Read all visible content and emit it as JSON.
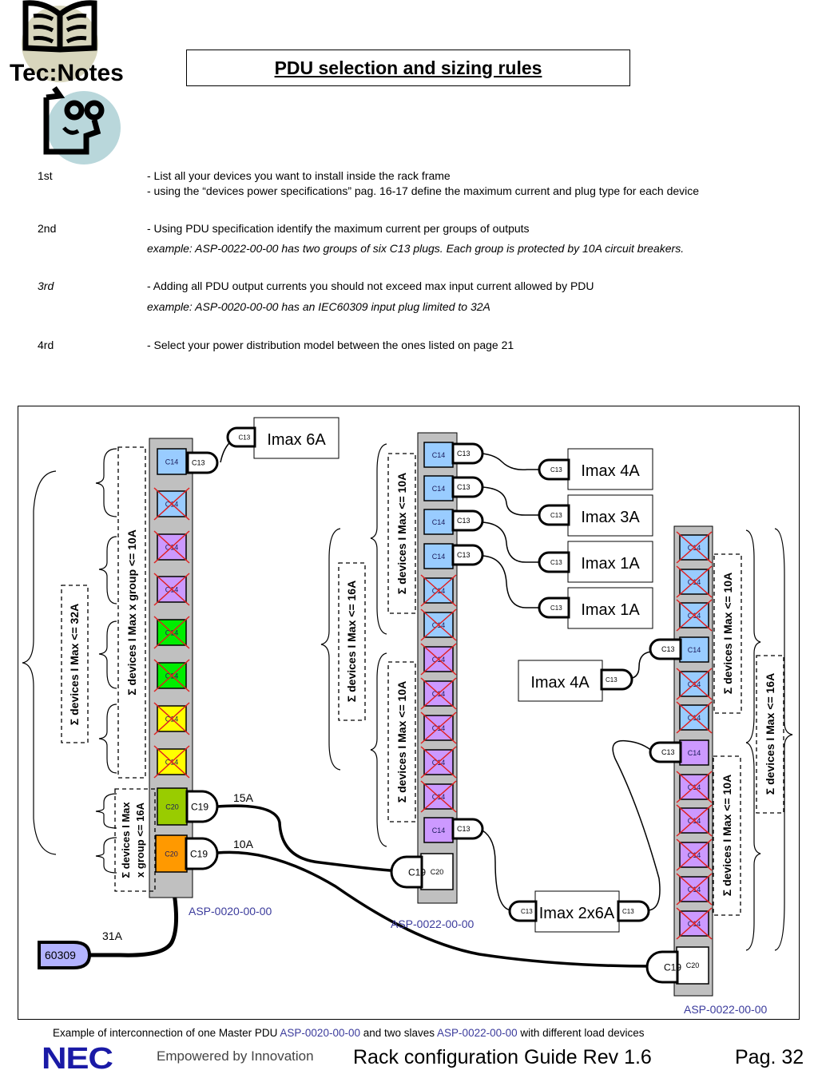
{
  "logo": {
    "text": "Tec:Notes",
    "icons": [
      "open-book-icon",
      "face-icon"
    ]
  },
  "header": {
    "title": "PDU selection and sizing rules"
  },
  "steps": [
    {
      "num": "1st",
      "lines": [
        {
          "text": "- List all your devices you want to install inside the rack frame",
          "italic": false
        },
        {
          "text": "- using the  “devices power specifications” pag. 16-17 define the maximum current and plug type for each device",
          "italic": false
        }
      ]
    },
    {
      "num": "2nd",
      "lines": [
        {
          "text": "- Using PDU specification identify the maximum current per groups of outputs",
          "italic": false
        },
        {
          "text": "example: ASP-0022-00-00 has two groups of six C13 plugs. Each group is protected by 10A circuit breakers.",
          "italic": true
        }
      ]
    },
    {
      "num": "3rd",
      "lines": [
        {
          "text": "- Adding all PDU output currents you should not exceed max input current allowed by PDU",
          "italic": false
        },
        {
          "text": "example: ASP-0020-00-00 has an IEC60309 input plug limited to 32A",
          "italic": true
        }
      ]
    },
    {
      "num": "4rd",
      "lines": [
        {
          "text": "- Select your power distribution model between the ones listed on page 21",
          "italic": false
        }
      ]
    }
  ],
  "colors": {
    "pdu_body": "#c0c0c0",
    "blue_outlet": "#99ccff",
    "purple_outlet": "#cc99ff",
    "green_outlet": "#00ee00",
    "yellow_outlet": "#ffff00",
    "olive_outlet": "#99cc00",
    "orange_outlet": "#ff9900",
    "plug_60309": "#b3b3ff",
    "cross": "#e02020",
    "pdu_label": "#3b3b9c"
  },
  "diagram": {
    "pdus": [
      {
        "label": "ASP-0020-00-00",
        "outlets": [
          {
            "type": "C14",
            "color": "blue",
            "used": true
          },
          {
            "type": "C14",
            "color": "blue",
            "used": false
          },
          {
            "type": "C14",
            "color": "purple",
            "used": false
          },
          {
            "type": "C14",
            "color": "purple",
            "used": false
          },
          {
            "type": "C14",
            "color": "green",
            "used": false
          },
          {
            "type": "C14",
            "color": "green",
            "used": false
          },
          {
            "type": "C14",
            "color": "yellow",
            "used": false
          },
          {
            "type": "C14",
            "color": "yellow",
            "used": false
          },
          {
            "type": "C20",
            "color": "olive",
            "used": true
          },
          {
            "type": "C20",
            "color": "orange",
            "used": true
          }
        ]
      },
      {
        "label": "ASP-0022-00-00",
        "outlets": [
          {
            "type": "C14",
            "color": "blue",
            "used": true
          },
          {
            "type": "C14",
            "color": "blue",
            "used": true
          },
          {
            "type": "C14",
            "color": "blue",
            "used": true
          },
          {
            "type": "C14",
            "color": "blue",
            "used": true
          },
          {
            "type": "C14",
            "color": "blue",
            "used": false
          },
          {
            "type": "C14",
            "color": "blue",
            "used": false
          },
          {
            "type": "C14",
            "color": "purple",
            "used": false
          },
          {
            "type": "C14",
            "color": "purple",
            "used": false
          },
          {
            "type": "C14",
            "color": "purple",
            "used": false
          },
          {
            "type": "C14",
            "color": "purple",
            "used": false
          },
          {
            "type": "C14",
            "color": "purple",
            "used": false
          },
          {
            "type": "C14",
            "color": "purple",
            "used": true
          }
        ],
        "inlet": "C20"
      },
      {
        "label": "ASP-0022-00-00",
        "outlets": [
          {
            "type": "C14",
            "color": "blue",
            "used": false
          },
          {
            "type": "C14",
            "color": "blue",
            "used": false
          },
          {
            "type": "C14",
            "color": "blue",
            "used": false
          },
          {
            "type": "C14",
            "color": "blue",
            "used": true
          },
          {
            "type": "C14",
            "color": "blue",
            "used": false
          },
          {
            "type": "C14",
            "color": "blue",
            "used": false
          },
          {
            "type": "C14",
            "color": "purple",
            "used": true
          },
          {
            "type": "C14",
            "color": "purple",
            "used": false
          },
          {
            "type": "C14",
            "color": "purple",
            "used": false
          },
          {
            "type": "C14",
            "color": "purple",
            "used": false
          },
          {
            "type": "C14",
            "color": "purple",
            "used": false
          },
          {
            "type": "C14",
            "color": "purple",
            "used": false
          }
        ],
        "inlet": "C20"
      }
    ],
    "plug_labels": {
      "c13": "C13",
      "c19": "C19",
      "c20": "C20",
      "c14": "C14"
    },
    "devices": {
      "imax_6a": "Imax 6A",
      "imax_4a_top": "Imax 4A",
      "imax_3a": "Imax 3A",
      "imax_1a_a": "Imax 1A",
      "imax_1a_b": "Imax 1A",
      "imax_4a_mid": "Imax 4A",
      "imax_2x6a": "Imax 2x6A"
    },
    "constraints": {
      "master_total": "Σ devices I Max <=  32A",
      "master_c14_group": "Σ devices I Max x  group <=  10A",
      "master_c20_group_line1": "Σ devices I Max",
      "master_c20_group_line2": "x group <=  16A",
      "slave1_group1": "Σ devices I Max <=  10A",
      "slave1_group2": "Σ devices I Max <=  10A",
      "slave1_total": "Σ devices I Max <=  16A",
      "slave2_group1": "Σ devices I Max <=  10A",
      "slave2_group2": "Σ devices I Max <=  10A",
      "slave2_total": "Σ devices I Max <=  16A"
    },
    "currents": {
      "c19_top": "15A",
      "c19_bottom": "10A",
      "input": "31A"
    },
    "input_plug": "60309"
  },
  "caption": {
    "prefix": "Example of interconnection of one Master PDU ",
    "master": "ASP-0020-00-00",
    "middle": " and two slaves  ",
    "slave": "ASP-0022-00-00",
    "suffix": " with  different load devices"
  },
  "footer": {
    "brand": "NEC",
    "tagline": "Empowered by Innovation",
    "guide_title": "Rack configuration Guide Rev 1.6",
    "page": "Pag. 32"
  }
}
